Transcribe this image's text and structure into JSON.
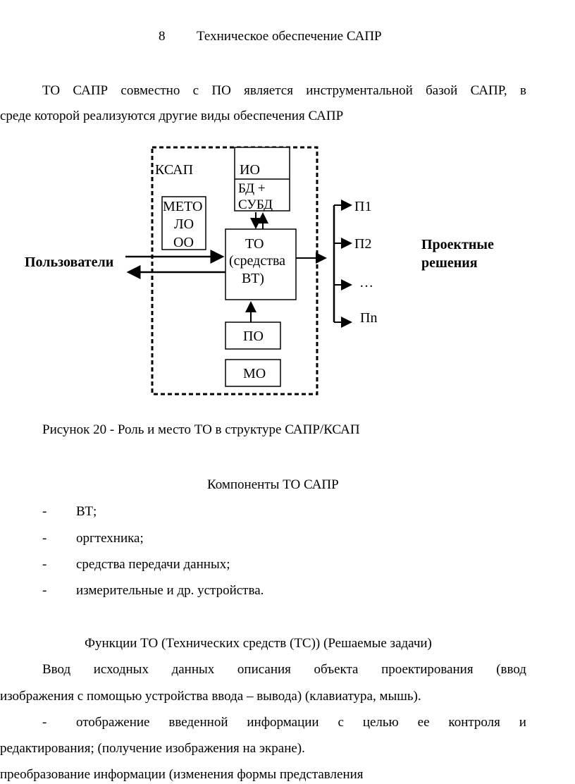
{
  "header": {
    "page_number": "8",
    "title": "Техническое обеспечение САПР"
  },
  "intro": {
    "line1_words": [
      "ТО",
      "САПР",
      "совместно",
      "с",
      "ПО",
      "является",
      "инструментальной",
      "базой",
      "САПР,",
      "в"
    ],
    "line2": "среде которой реализуются другие виды обеспечения САПР"
  },
  "diagram": {
    "ksap": "КСАП",
    "io": "ИО",
    "bd1": "БД +",
    "bd2": "СУБД",
    "meto1": "МЕТО",
    "meto2": "ЛО",
    "meto3": "ОО",
    "to1": "ТО",
    "to2": "(средства",
    "to3": "ВТ)",
    "po": "ПО",
    "mo": "МО",
    "users": "Пользователи",
    "p1": "П1",
    "p2": "П2",
    "pdots": "…",
    "pn": "Пn",
    "result1": "Проектные",
    "result2": "решения"
  },
  "caption": "Рисунок 20 - Роль и место ТО в структуре САПР/КСАП",
  "components": {
    "heading": "Компоненты ТО САПР",
    "items": [
      "ВТ;",
      "оргтехника;",
      "средства передачи данных;",
      "измерительные и др. устройства."
    ]
  },
  "functions": {
    "heading": "Функции ТО (Технических средств (ТС)) (Решаемые задачи)",
    "p1_line1_words": [
      "Ввод",
      "исходных",
      "данных",
      "описания",
      "объекта",
      "проектирования",
      "(ввод"
    ],
    "p1_line2": "изображения с помощью устройства ввода  –  вывода) (клавиатура, мышь).",
    "p2_dash": "-",
    "p2_line1_words": [
      "отображение",
      "введенной",
      "информации",
      "с",
      "целью",
      "ее",
      "контроля",
      "и"
    ],
    "p2_line2": "редактирования; (получение изображения на экране).",
    "p3_line1": "преобразование информации (изменения формы представления"
  }
}
